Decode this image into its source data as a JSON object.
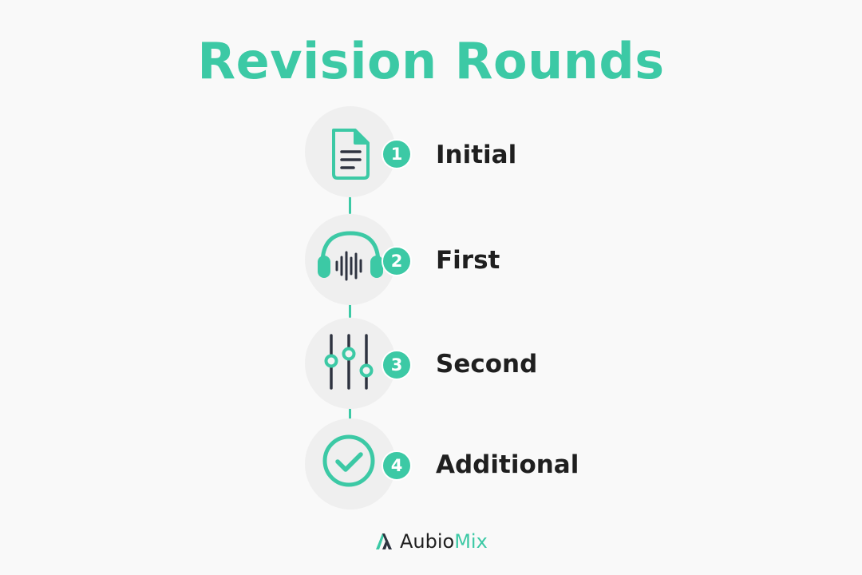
{
  "title": "Revision Rounds",
  "steps": [
    {
      "number": "1",
      "label": "Initial",
      "icon": "document-icon"
    },
    {
      "number": "2",
      "label": "First",
      "icon": "headphones-waveform-icon"
    },
    {
      "number": "3",
      "label": "Second",
      "icon": "mixer-sliders-icon"
    },
    {
      "number": "4",
      "label": "Additional",
      "icon": "check-circle-icon"
    }
  ],
  "brand": {
    "name_part1": "Aubio",
    "name_part2": "Mix",
    "logo": "aubiomix-logo-icon"
  },
  "colors": {
    "accent": "#3cc9a5",
    "text": "#1f1f1f",
    "circle_bg": "#efefef",
    "background": "#f9f9f9",
    "icon_dark": "#2e3340"
  }
}
